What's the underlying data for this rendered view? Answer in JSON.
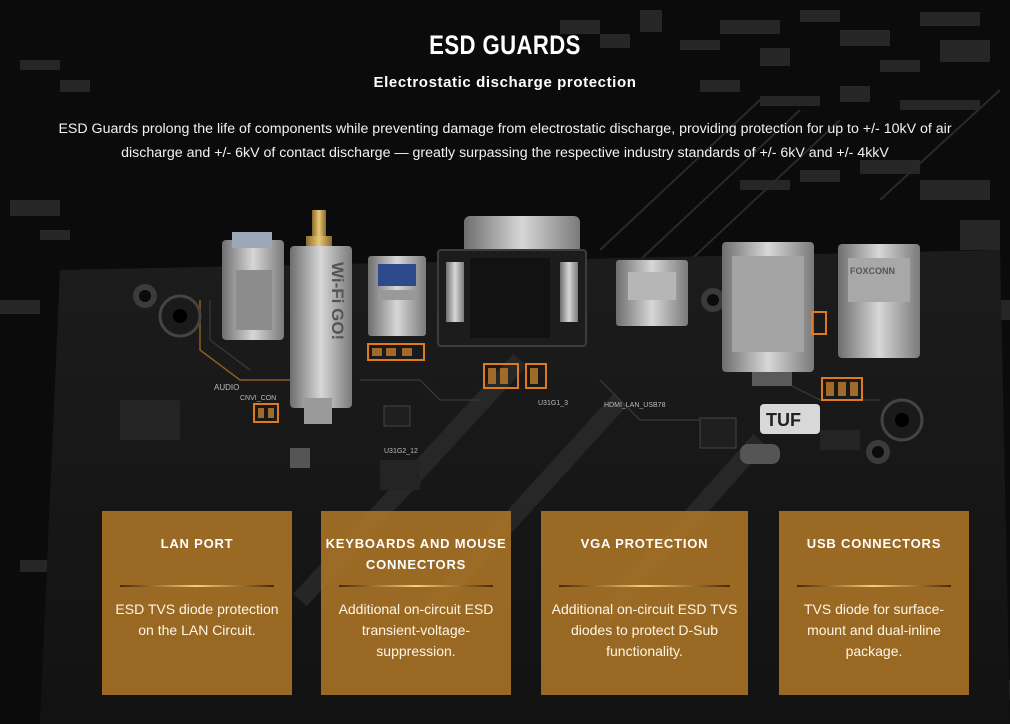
{
  "header": {
    "title": "ESD GUARDS",
    "subtitle": "Electrostatic discharge protection",
    "description": "ESD Guards prolong the life of components while preventing damage from electrostatic discharge, providing protection for up to +/- 10kV of air discharge and +/- 6kV of contact discharge — greatly surpassing the respective industry standards of +/- 6kV and +/- 4kkV"
  },
  "board": {
    "silkscreen": {
      "audio": "AUDIO",
      "cnvi": "CNVI_CON",
      "u31g2": "U31G2_12",
      "u31g1": "U31G1_3",
      "hdmi": "HDMI_LAN_USB78",
      "tuf": "TUF",
      "wifi": "Wi-Fi GO!",
      "foxconn": "FOXCONN"
    }
  },
  "cards": [
    {
      "title": "LAN PORT",
      "text": "ESD TVS diode protection on the LAN Circuit."
    },
    {
      "title": "KEYBOARDS AND MOUSE CONNECTORS",
      "text": "Additional on-circuit ESD transient-voltage-suppression."
    },
    {
      "title": "VGA PROTECTION",
      "text": "Additional on-circuit ESD TVS diodes to protect D-Sub functionality."
    },
    {
      "title": "USB CONNECTORS",
      "text": "TVS diode for surface-mount and dual-inline package."
    }
  ],
  "colors": {
    "background": "#0b0b0b",
    "card": "#b07826",
    "highlight": "#e07a1f",
    "board": "#161616"
  }
}
